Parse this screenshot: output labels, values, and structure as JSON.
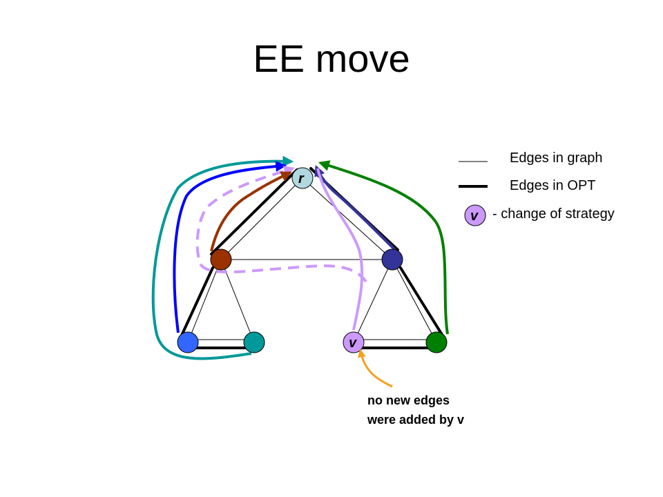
{
  "title": "EE move",
  "legend": {
    "graph_edges": "Edges in graph",
    "opt_edges": "Edges in OPT",
    "node_symbol": "v",
    "strategy_change": "-  change of strategy"
  },
  "nodes": {
    "root": "r",
    "changed": "v"
  },
  "annotation": {
    "line1": "no new edges",
    "line2": "were added by v"
  },
  "colors": {
    "root": "#b0d8de",
    "left_mid": "#9a3200",
    "right_mid": "#333399",
    "bottom_left_1": "#3366ff",
    "bottom_left_2": "#009999",
    "v": "#cc99ff",
    "bottom_right": "#008000",
    "arrow_teal": "#009999",
    "arrow_blue": "#0000ff",
    "arrow_lavender_dashed": "#cc99ff",
    "arrow_brown": "#993300",
    "arrow_navy": "#333399",
    "arrow_green": "#008000",
    "annotation_arrow": "#f5a020"
  }
}
